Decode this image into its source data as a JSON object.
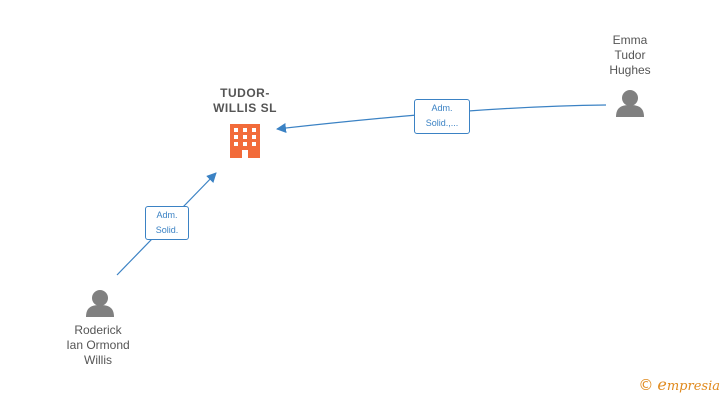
{
  "company": {
    "name_line1": "TUDOR-",
    "name_line2": "WILLIS  SL",
    "icon": "building-icon",
    "color": "#f26b3a"
  },
  "people": [
    {
      "name_lines": [
        "Emma",
        "Tudor",
        "Hughes"
      ],
      "icon": "person-icon"
    },
    {
      "name_lines": [
        "Roderick",
        "Ian Ormond",
        "Willis"
      ],
      "icon": "person-icon"
    }
  ],
  "relations": [
    {
      "label_line1": "Adm.",
      "label_line2": "Solid.,..."
    },
    {
      "label_line1": "Adm.",
      "label_line2": "Solid."
    }
  ],
  "footer": {
    "copyright_symbol": "©",
    "brand": "mpresia",
    "brand_initial": "e"
  },
  "colors": {
    "edge": "#3b82c4",
    "person": "#808080",
    "text": "#555555",
    "brand": "#e08a1e"
  }
}
